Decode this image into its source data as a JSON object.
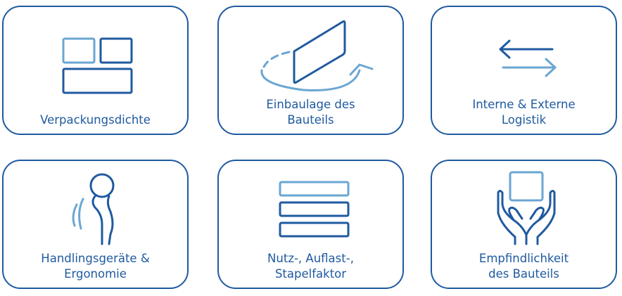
{
  "colors": {
    "dark": "#1f5aa0",
    "light": "#6aa6d2"
  },
  "cards": [
    {
      "icon": "packaging-density-icon",
      "lines": [
        "Verpackungsdichte"
      ]
    },
    {
      "icon": "rotation-icon",
      "lines": [
        "Einbaulage des",
        "Bauteils"
      ]
    },
    {
      "icon": "exchange-arrows-icon",
      "lines": [
        "Interne & Externe",
        "Logistik"
      ]
    },
    {
      "icon": "person-ergonomics-icon",
      "lines": [
        "Handlingsgeräte &",
        "Ergonomie"
      ]
    },
    {
      "icon": "stack-icon",
      "lines": [
        "Nutz-, Auflast-,",
        "Stapelfaktor"
      ]
    },
    {
      "icon": "hands-holding-box-icon",
      "lines": [
        "Empfindlichkeit",
        "des Bauteils"
      ]
    }
  ]
}
